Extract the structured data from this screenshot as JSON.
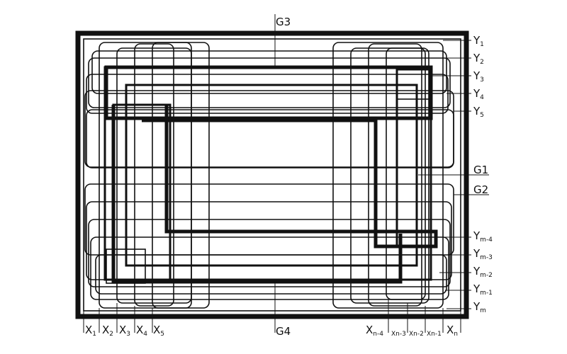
{
  "labels": {
    "top": "G3",
    "bottom": "G4",
    "right_mid_1": "G1",
    "right_mid_2": "G2",
    "y_top": [
      {
        "base": "Y",
        "sub": "1"
      },
      {
        "base": "Y",
        "sub": "2"
      },
      {
        "base": "Y",
        "sub": "3"
      },
      {
        "base": "Y",
        "sub": "4"
      },
      {
        "base": "Y",
        "sub": "5"
      }
    ],
    "y_bottom": [
      {
        "base": "Y",
        "sub": "m-4"
      },
      {
        "base": "Y",
        "sub": "m-3"
      },
      {
        "base": "Y",
        "sub": "m-2"
      },
      {
        "base": "Y",
        "sub": "m-1"
      },
      {
        "base": "Y",
        "sub": "m"
      }
    ],
    "x_left": [
      {
        "base": "X",
        "sub": "1"
      },
      {
        "base": "X",
        "sub": "2"
      },
      {
        "base": "X",
        "sub": "3"
      },
      {
        "base": "X",
        "sub": "4"
      },
      {
        "base": "X",
        "sub": "5"
      }
    ],
    "x_right": [
      {
        "base": "X",
        "sub": "n-4"
      },
      {
        "base": "X",
        "sub": "n-3"
      },
      {
        "base": "X",
        "sub": "n-2"
      },
      {
        "base": "X",
        "sub": "n-1"
      },
      {
        "base": "X",
        "sub": "n"
      }
    ]
  }
}
